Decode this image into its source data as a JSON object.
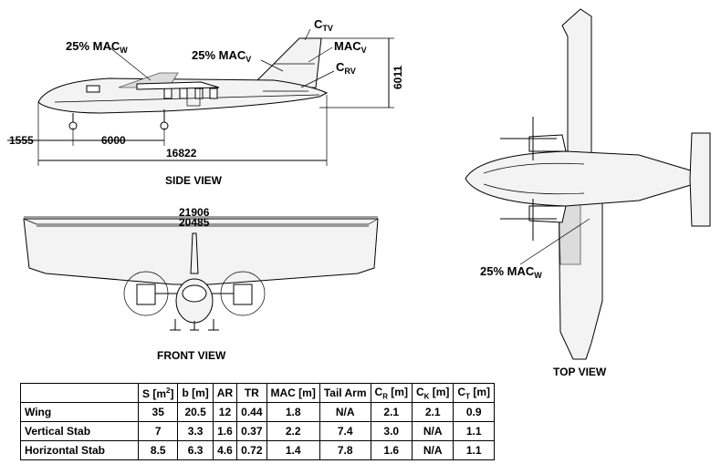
{
  "side_view": {
    "caption": "SIDE VIEW",
    "labels": {
      "mac_w": "25% MAC",
      "mac_w_sub": "W",
      "mac_v": "25% MAC",
      "mac_v_sub": "V",
      "c_tv": "C",
      "c_tv_sub": "TV",
      "mac_v_right": "MAC",
      "mac_v_right_sub": "V",
      "c_rv": "C",
      "c_rv_sub": "RV"
    },
    "dimensions": {
      "height": "6011",
      "nose_offset": "1555",
      "wheelbase": "6000",
      "length": "16822"
    }
  },
  "front_view": {
    "caption": "FRONT VIEW",
    "dimensions": {
      "span_outer": "21906",
      "span_inner": "20485"
    }
  },
  "top_view": {
    "caption": "TOP VIEW",
    "labels": {
      "mac_w": "25% MAC",
      "mac_w_sub": "W"
    }
  },
  "table": {
    "columns": [
      {
        "main": "",
        "sub": "",
        "sup": "",
        "unit": ""
      },
      {
        "main": "S [m",
        "sub": "",
        "sup": "2",
        "unit": "]"
      },
      {
        "main": "b [m]",
        "sub": "",
        "sup": "",
        "unit": ""
      },
      {
        "main": "AR",
        "sub": "",
        "sup": "",
        "unit": ""
      },
      {
        "main": "TR",
        "sub": "",
        "sup": "",
        "unit": ""
      },
      {
        "main": "MAC [m]",
        "sub": "",
        "sup": "",
        "unit": ""
      },
      {
        "main": "Tail Arm",
        "sub": "",
        "sup": "",
        "unit": ""
      },
      {
        "main": "C",
        "sub": "R",
        "sup": "",
        "unit": " [m]"
      },
      {
        "main": "C",
        "sub": "K",
        "sup": "",
        "unit": " [m]"
      },
      {
        "main": "C",
        "sub": "T",
        "sup": "",
        "unit": " [m]"
      }
    ],
    "rows": [
      [
        "Wing",
        "35",
        "20.5",
        "12",
        "0.44",
        "1.8",
        "N/A",
        "2.1",
        "2.1",
        "0.9"
      ],
      [
        "Vertical Stab",
        "7",
        "3.3",
        "1.6",
        "0.37",
        "2.2",
        "7.4",
        "3.0",
        "N/A",
        "1.1"
      ],
      [
        "Horizontal Stab",
        "8.5",
        "6.3",
        "4.6",
        "0.72",
        "1.4",
        "7.8",
        "1.6",
        "N/A",
        "1.1"
      ]
    ]
  }
}
